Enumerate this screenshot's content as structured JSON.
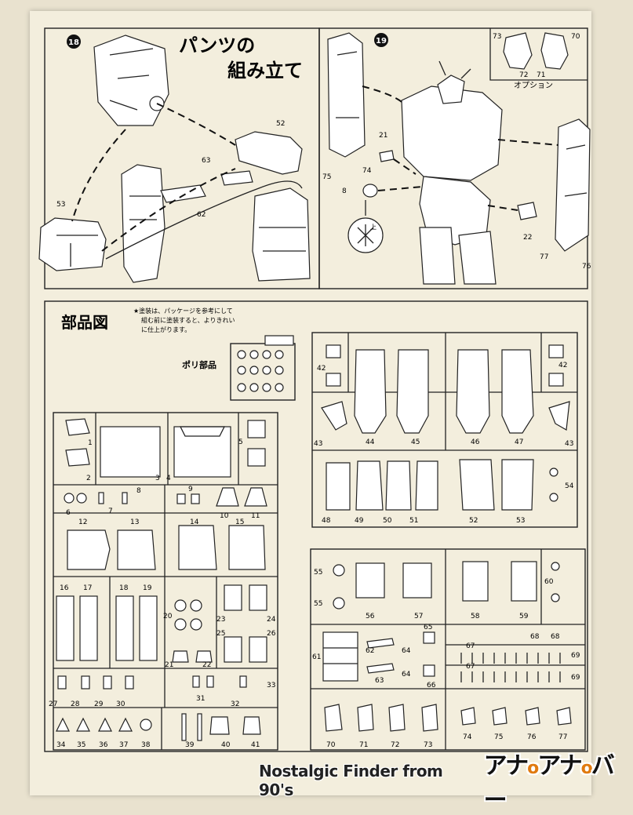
{
  "step18": {
    "number": "18",
    "title_line1": "パンツの",
    "title_line2": "組み立て",
    "parts": [
      "52",
      "53",
      "62",
      "63"
    ]
  },
  "step19": {
    "number": "19",
    "parts": [
      "21",
      "8",
      "75",
      "74",
      "22",
      "77",
      "76"
    ],
    "up_mark": "上",
    "option": {
      "label": "オプション",
      "parts": [
        "73",
        "72",
        "71",
        "70"
      ]
    }
  },
  "parts_diagram": {
    "title": "部品図",
    "note_line1": "★塗装は、パッケージを参考にして",
    "note_line2": "組む前に塗装すると、よりきれい",
    "note_line3": "に仕上がります。",
    "poly_label": "ポリ部品"
  },
  "watermark": {
    "text_en": "Nostalgic Finder from 90's",
    "jp_a": "アナ",
    "jp_o": "o",
    "jp_b": "アナ",
    "jp_o2": "o",
    "jp_c": "バー"
  },
  "runners": {
    "left_top": [
      "1",
      "2",
      "3",
      "4",
      "5"
    ],
    "left_row2": [
      "6",
      "7",
      "8",
      "9",
      "10",
      "11"
    ],
    "left_row3": [
      "12",
      "13",
      "14",
      "15"
    ],
    "left_row4": [
      "16",
      "17",
      "18",
      "19",
      "20",
      "21",
      "22",
      "23",
      "24",
      "25",
      "26"
    ],
    "left_row5": [
      "27",
      "28",
      "29",
      "30",
      "31",
      "32",
      "33"
    ],
    "left_row6": [
      "34",
      "35",
      "36",
      "37",
      "38",
      "39",
      "40",
      "41"
    ],
    "right_top": [
      "42",
      "43",
      "44",
      "45",
      "46",
      "47",
      "42",
      "43"
    ],
    "right_row2": [
      "48",
      "49",
      "50",
      "51",
      "52",
      "53",
      "54"
    ],
    "right_low1": [
      "55",
      "55",
      "56",
      "57",
      "58",
      "59",
      "60"
    ],
    "right_low2": [
      "61",
      "62",
      "63",
      "64",
      "64",
      "65",
      "66",
      "67",
      "67",
      "68",
      "68",
      "69",
      "69"
    ],
    "right_low3": [
      "70",
      "71",
      "72",
      "73",
      "74",
      "75",
      "76",
      "77"
    ]
  }
}
